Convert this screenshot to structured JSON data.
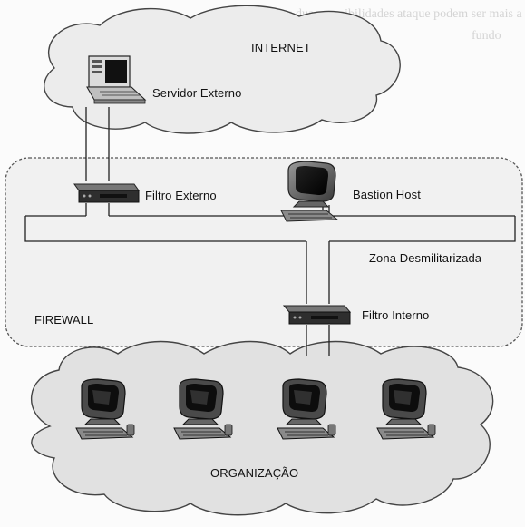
{
  "labels": {
    "internet": "INTERNET",
    "servidor_externo": "Servidor Externo",
    "filtro_externo": "Filtro Externo",
    "bastion_host": "Bastion Host",
    "zona_desmilitarizada": "Zona Desmilitarizada",
    "firewall": "FIREWALL",
    "filtro_interno": "Filtro Interno",
    "organizacao": "ORGANIZAÇÃO"
  },
  "background_text": {
    "line1": "ssas duas possibilidades ataque podem ser mais a lun",
    "line2": "fundo"
  },
  "colors": {
    "cloud_fill": "#ececec",
    "cloud_fill_org": "#e1e1e1",
    "zone_border": "#555555",
    "line": "#222222",
    "device": "#333333"
  }
}
